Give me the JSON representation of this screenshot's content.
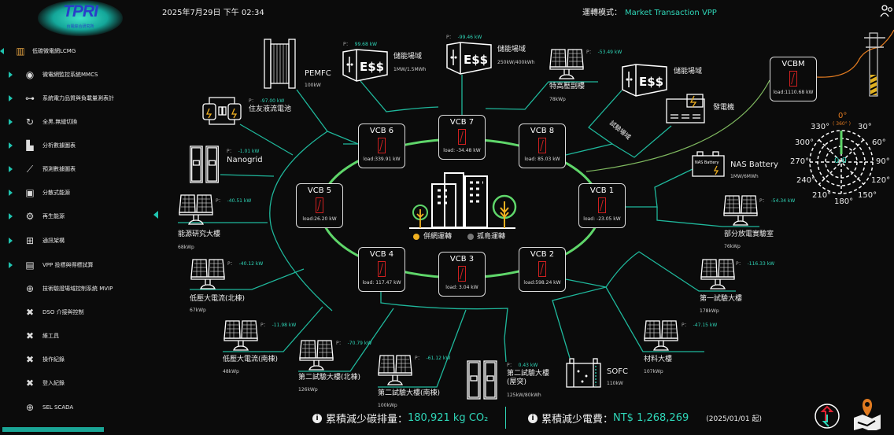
{
  "logo": {
    "title": "TPRI",
    "subtitle": "台電綜合研究所"
  },
  "sidebar": {
    "items": [
      {
        "label": "低碳微電網LCMG",
        "icon": "factory-icon"
      },
      {
        "label": "微電網監控系統MMCS",
        "icon": "eye-icon"
      },
      {
        "label": "系統電力品質與負載量測表計",
        "icon": "hierarchy-icon"
      },
      {
        "label": "全黑.無縫切換",
        "icon": "cycle-icon"
      },
      {
        "label": "分析數據圖表",
        "icon": "bar-chart-icon"
      },
      {
        "label": "預測數據圖表",
        "icon": "line-chart-icon"
      },
      {
        "label": "分散式能源",
        "icon": "battery-icon"
      },
      {
        "label": "再生能源",
        "icon": "gear-hand-icon"
      },
      {
        "label": "通訊架構",
        "icon": "network-icon"
      },
      {
        "label": "VPP 投標與得標試算",
        "icon": "book-icon"
      },
      {
        "label": "技術驗證場域控制系統 MVIP",
        "icon": "globe-icon"
      },
      {
        "label": "DSO 介接與控制",
        "icon": "tools-icon"
      },
      {
        "label": "維工具",
        "icon": "tools-icon"
      },
      {
        "label": "操作紀錄",
        "icon": "tools-icon"
      },
      {
        "label": "登入紀錄",
        "icon": "tools-icon"
      },
      {
        "label": "SEL SCADA",
        "icon": "globe-icon"
      }
    ]
  },
  "header": {
    "datetime": "2025年7月29日 下午 02:34",
    "mode_label": "運轉模式：",
    "mode_value": "Market Transaction VPP"
  },
  "vcbs": [
    {
      "name": "VCB 1",
      "load": "load: -23.05 kW"
    },
    {
      "name": "VCB 2",
      "load": "load:598.24 kW"
    },
    {
      "name": "VCB 3",
      "load": "load: 3.04 kW"
    },
    {
      "name": "VCB 4",
      "load": "load: 117.47 kW"
    },
    {
      "name": "VCB 5",
      "load": "load:26.20 kW"
    },
    {
      "name": "VCB 6",
      "load": "load:339.91 kW"
    },
    {
      "name": "VCB 7",
      "load": "load: -34.48 kW"
    },
    {
      "name": "VCB 8",
      "load": "load: 85.03 kW"
    },
    {
      "name": "VCBM",
      "load": "load:1110.68 kW"
    }
  ],
  "legend": {
    "grid": "併網運轉",
    "island": "孤島運轉",
    "grid_color": "#f0b020",
    "island_color": "#777777"
  },
  "p_label": "P：",
  "devices": {
    "pemfc": {
      "name": "PEMFC",
      "cap": "100kW"
    },
    "ess1": {
      "p": "99.68 kW",
      "name": "儲能場域",
      "cap": "1MW/1.5MWh"
    },
    "ess2": {
      "p": "-99.46 kW",
      "name": "儲能場域",
      "cap": "250kW/400kWh"
    },
    "ehv": {
      "p": "-53.49 kW",
      "name": "特高壓副樓",
      "cap": "78kWp"
    },
    "ess3": {
      "name": "儲能場域"
    },
    "generator": {
      "name": "發電機"
    },
    "test_field": {
      "name": "試驗場域"
    },
    "flow": {
      "p": "-97.00 kW",
      "name": "住友液流電池"
    },
    "nanogrid": {
      "p": "-1.01 kW",
      "name": "Nanogrid"
    },
    "energy_bldg": {
      "p": "-40.51 kW",
      "name": "能源研究大樓",
      "cap": "68kWp"
    },
    "lv_north": {
      "p": "-40.12 kW",
      "name": "低壓大電流(北棟)",
      "cap": "67kWp"
    },
    "lv_south": {
      "p": "-11.98 kW",
      "name": "低壓大電流(南棟)",
      "cap": "48kWp"
    },
    "t2_north": {
      "p": "-70.79 kW",
      "name": "第二試驗大樓(北棟)",
      "cap": "126kWp"
    },
    "t2_south": {
      "p": "-61.12 kW",
      "name": "第二試驗大樓(南棟)",
      "cap": "100kWp"
    },
    "t2_roof": {
      "p": "0.43 kW",
      "name": "第二試驗大樓",
      "name2": "(屋突)",
      "cap": "125kW/80kWh"
    },
    "sofc": {
      "name": "SOFC",
      "cap": "110kW"
    },
    "material": {
      "p": "-47.15 kW",
      "name": "材料大樓",
      "cap": "107kWp"
    },
    "t1": {
      "p": "-116.33 kW",
      "name": "第一試驗大樓",
      "cap": "178kWp"
    },
    "pd_lab": {
      "p": "-54.34 kW",
      "name": "部分放電實驗室",
      "cap": "76kWp"
    },
    "nas": {
      "name": "NAS Battery",
      "cap": "1MW/6MWh",
      "badge": "NAS Battery"
    }
  },
  "compass": {
    "top": "0°",
    "top_sub": "( 360° )",
    "center": "0.0",
    "labels": [
      "30°",
      "60°",
      "90°",
      "120°",
      "150°",
      "180°",
      "210°",
      "240°",
      "270°",
      "300°",
      "330°"
    ]
  },
  "footer": {
    "co2_label": "累積減少碳排量：",
    "co2_value": "180,921 kg CO₂",
    "cost_label": "累積減少電費：",
    "cost_value": "NT$  1,268,269",
    "since": "(2025/01/01 起)"
  },
  "colors": {
    "accent": "#2fd6b8",
    "ring": "#5fd66a",
    "breaker": "#d02020",
    "utility": "#e07a20"
  }
}
